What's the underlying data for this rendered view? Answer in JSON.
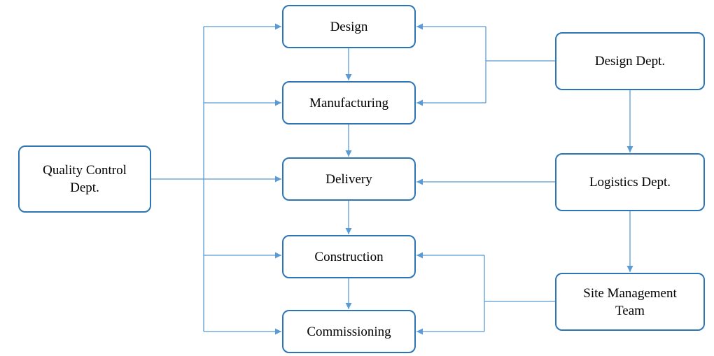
{
  "diagram": {
    "line_color": "#5b9bd5",
    "box_border_color": "#2e75b6",
    "process": {
      "design": "Design",
      "manufacturing": "Manufacturing",
      "delivery": "Delivery",
      "construction": "Construction",
      "commissioning": "Commissioning"
    },
    "departments": {
      "quality_control": "Quality Control\nDept.",
      "design_dept": "Design Dept.",
      "logistics_dept": "Logistics Dept.",
      "site_management": "Site Management\nTeam"
    }
  }
}
